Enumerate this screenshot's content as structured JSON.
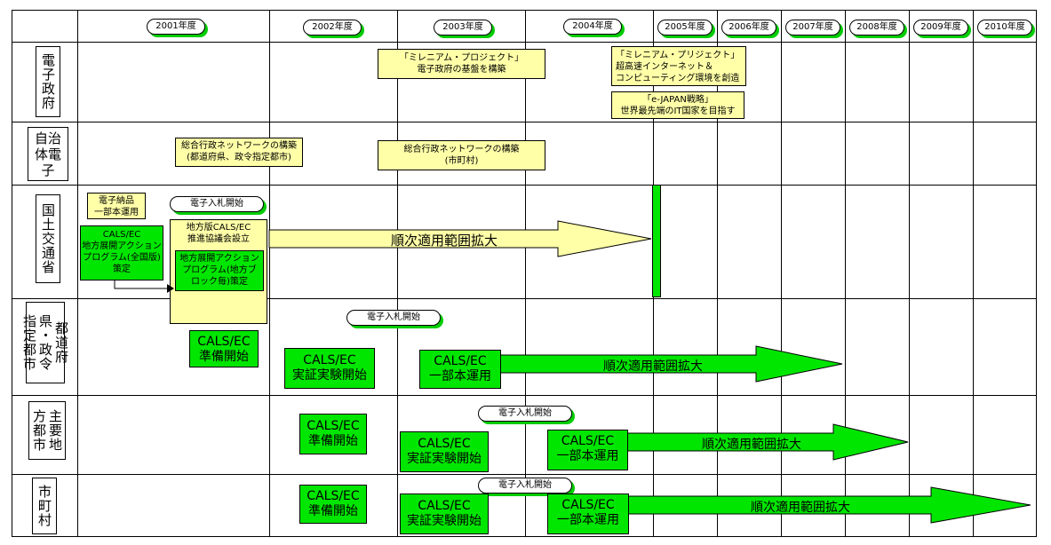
{
  "years": [
    "2001年度",
    "2002年度",
    "2003年度",
    "2004年度",
    "2005年度",
    "2006年度",
    "2007年度",
    "2008年度",
    "2009年度",
    "2010年度"
  ],
  "rows": {
    "egov": "電子政府",
    "localgov": "自治体電子",
    "mlit": "国土交通省",
    "prefectures": "都道府県・政令指定都市",
    "regional": "主要地方都市",
    "municipalities": "市町村"
  },
  "egov": {
    "millennium": "「ミレニアム・プロジェクト」\n電子政府の基盤を構築",
    "millennium2": "「ミレニアム・プリジェクト」\n超高速インターネット＆\nコンピューティング環境を創造",
    "ejapan": "「e-JAPAN戦略」\n世界最先端のIT国家を目指す"
  },
  "localgov": {
    "network1": "総合行政ネットワークの構築\n(都道府県、政令指定都市)",
    "network2": "総合行政ネットワークの構築\n(市町村)"
  },
  "mlit": {
    "denshi_nohin": "電子納品\n一部本運用",
    "bid_start": "電子入札開始",
    "national_plan": "CALS/EC\n地方展開アクション\nプログラム(全国版)\n策定",
    "council": "地方版CALS/EC\n推進協議会設立",
    "regional_plan": "地方展開アクション\nプログラム(地方ブ\nロック毎)策定",
    "expand": "順次適用範囲拡大"
  },
  "prefectures": {
    "bid_start": "電子入札開始",
    "prep": "CALS/EC\n準備開始",
    "trial": "CALS/EC\n実証実験開始",
    "partial": "CALS/EC\n一部本運用",
    "expand": "順次適用範囲拡大"
  },
  "regional": {
    "bid_start": "電子入札開始",
    "prep": "CALS/EC\n準備開始",
    "trial": "CALS/EC\n実証実験開始",
    "partial": "CALS/EC\n一部本運用",
    "expand": "順次適用範囲拡大"
  },
  "municipalities": {
    "bid_start": "電子入札開始",
    "prep": "CALS/EC\n準備開始",
    "trial": "CALS/EC\n実証実験開始",
    "partial": "CALS/EC\n一部本運用",
    "expand": "順次適用範囲拡大"
  },
  "colors": {
    "green": "#00e600",
    "yellow": "#ffffa8",
    "shadow": "#00cc00"
  }
}
